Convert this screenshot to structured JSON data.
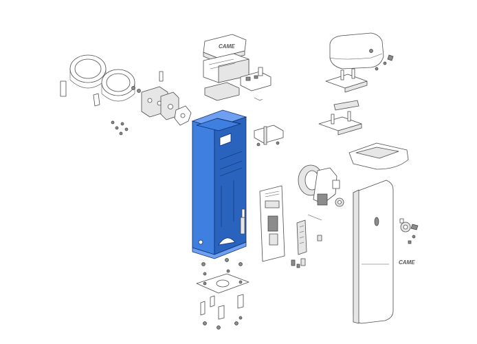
{
  "colors": {
    "highlight": "#3f7fe0",
    "highlight_dark": "#2a63bd",
    "highlight_light": "#6f9ff0"
  },
  "highlighted_part": "cabinet",
  "logos": {
    "control_box_cover": "CAME",
    "front_door": "CAME"
  }
}
